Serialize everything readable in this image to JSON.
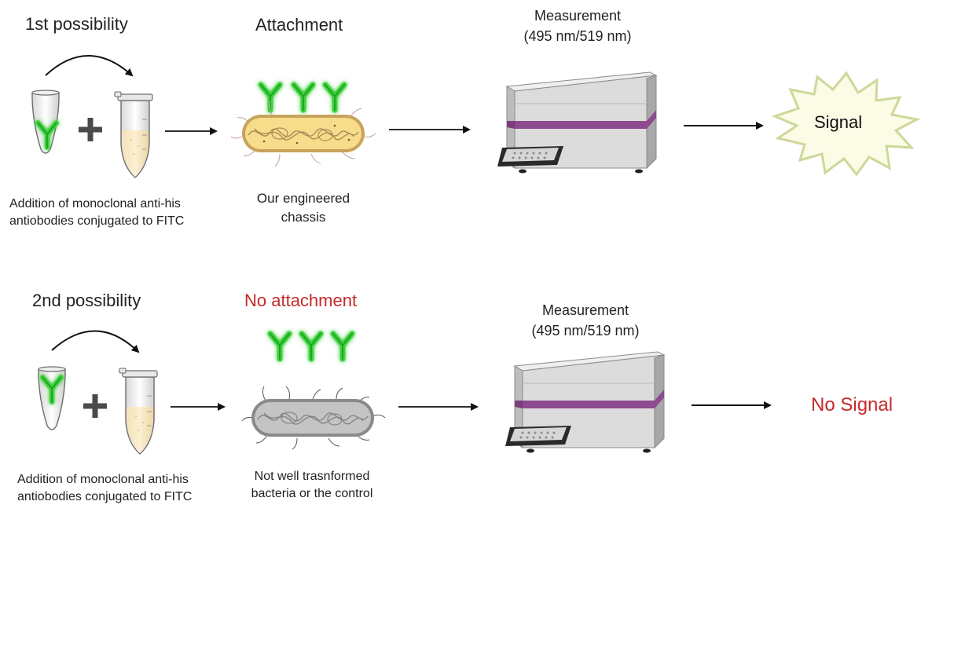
{
  "row1": {
    "heading": "1st possibility",
    "caption_line1": "Addition of monoclonal anti-his",
    "caption_line2": "antiobodies conjugated to FITC",
    "stage_title": "Attachment",
    "bacterium_caption_line1": "Our engineered",
    "bacterium_caption_line2": "chassis",
    "measurement_line1": "Measurement",
    "measurement_line2": "(495 nm/519 nm)",
    "result": "Signal"
  },
  "row2": {
    "heading": "2nd possibility",
    "caption_line1": "Addition of monoclonal anti-his",
    "caption_line2": "antiobodies conjugated to FITC",
    "stage_title": "No attachment",
    "bacterium_caption_line1": "Not well trasnformed",
    "bacterium_caption_line2": "bacteria or the control",
    "measurement_line1": "Measurement",
    "measurement_line2": "(495 nm/519 nm)",
    "result": "No Signal"
  },
  "colors": {
    "antibody_green": "#3cd23c",
    "red_text": "#c62a2a",
    "bacterium_yellow": "#f7dc8c",
    "bacterium_gray": "#b4b4b4",
    "reader_stripe": "#8e4a8e",
    "signal_burst": "#fbfbe6"
  }
}
